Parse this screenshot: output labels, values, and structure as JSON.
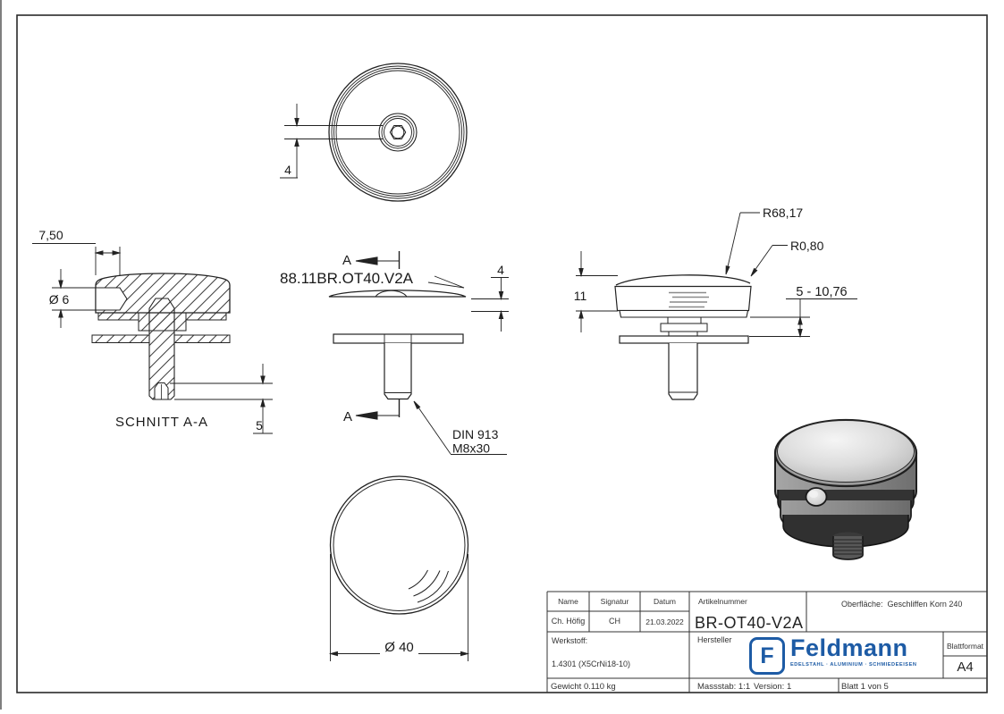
{
  "drawing": {
    "top_view": {
      "dim_hex": "4"
    },
    "section_view": {
      "label": "SCHNITT A-A",
      "dim_depth": "7,50",
      "dim_hole": "Ø 6",
      "dim_socket": "5"
    },
    "side_view": {
      "part_label": "88.11BR.OT40.V2A",
      "section_marker": "A",
      "dim_cap": "4",
      "screw_note_line1": "DIN 913",
      "screw_note_line2": "M8x30"
    },
    "front_view": {
      "dim_radius_dome": "R68,17",
      "dim_radius_edge": "R0,80",
      "dim_height": "11",
      "dim_clamp_range": "5 - 10,76"
    },
    "bottom_view": {
      "dim_diameter": "Ø 40"
    }
  },
  "title_block": {
    "name_label": "Name",
    "signatur_label": "Signatur",
    "datum_label": "Datum",
    "name_value": "Ch. Höfig",
    "signatur_value": "CH",
    "datum_value": "21.03.2022",
    "artikelnummer_label": "Artikelnummer",
    "artikelnummer_value": "BR-OT40-V2A",
    "oberflaeche_label": "Oberfläche:",
    "oberflaeche_value": "Geschliffen Korn 240",
    "werkstoff_label": "Werkstoff:",
    "werkstoff_value": "1.4301 (X5CrNi18-10)",
    "hersteller_label": "Hersteller",
    "blattformat_label": "Blattformat",
    "blattformat_value": "A4",
    "gewicht": "Gewicht 0.110 kg",
    "massstab": "Massstab: 1:1",
    "version": "Version: 1",
    "blatt": "Blatt 1 von 5",
    "logo": {
      "monogram": "F",
      "brand": "Feldmann",
      "tagline": "EDELSTAHL · ALUMINIUM · SCHMIEDEEISEN",
      "color": "#1d5ba5"
    }
  },
  "colors": {
    "line": "#222222",
    "logo_blue": "#1d5ba5"
  }
}
